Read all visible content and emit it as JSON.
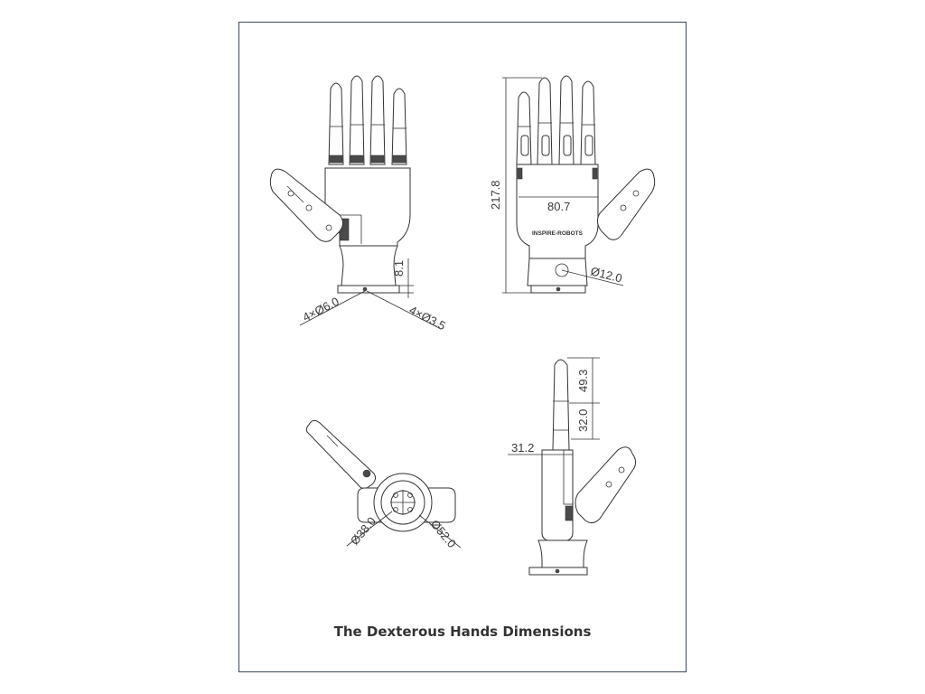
{
  "title": "The Dexterous Hands Dimensions",
  "brand": "INSPIRE-ROBOTS",
  "dimensions": {
    "front_mount_holes_large": "4×Ø6.0",
    "front_mount_holes_small": "4×Ø3.5",
    "front_base_height": "8.1",
    "back_total_height": "217.8",
    "back_palm_width": "80.7",
    "back_port_diameter": "Ø12.0",
    "bottom_inner_diameter": "Ø38.0",
    "bottom_outer_diameter": "Ø52.0",
    "side_finger_segment_1": "49.3",
    "side_finger_segment_2": "32.0",
    "side_palm_thickness": "31.2"
  },
  "colors": {
    "border": "#3f4a5a",
    "line": "#333333"
  }
}
